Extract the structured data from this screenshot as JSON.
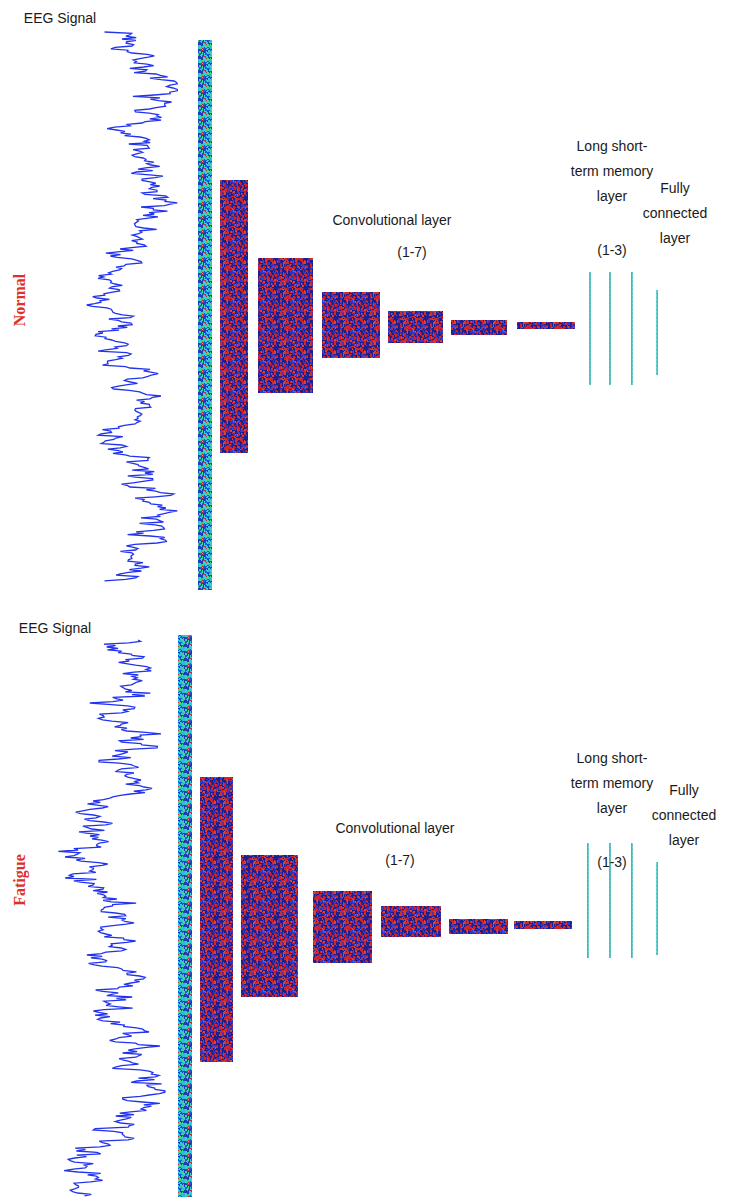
{
  "diagram": {
    "labels": [
      "EEG Signal",
      "Normal",
      "Convolutional layer",
      "(1-7)",
      "Long short-term memory layer",
      "(1-3)",
      "Fully connected layer",
      "EEG Signal",
      "Fatigue",
      "Convolutional layer",
      "(1-7)",
      "Long short-term memory layer",
      "(1-3)",
      "Fully connected layer"
    ]
  }
}
